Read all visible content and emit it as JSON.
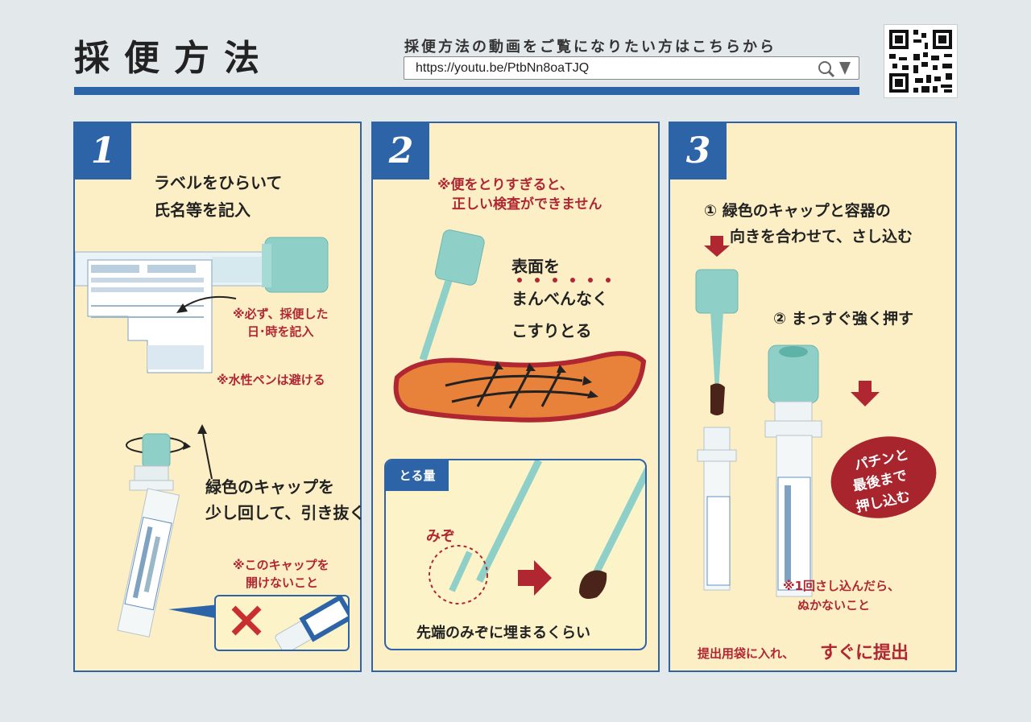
{
  "header": {
    "title": "採便方法",
    "video_caption": "採便方法の動画をご覧になりたい方はこちらから",
    "url": "https://youtu.be/PtbNn8oaTJQ"
  },
  "panels": [
    {
      "number": "1",
      "heading_line1": "ラベルをひらいて",
      "heading_line2": "氏名等を記入",
      "note_date_line1": "※必ず、採便した",
      "note_date_line2": "日･時を記入",
      "note_pen": "※水性ペンは避ける",
      "instruction_line1": "緑色のキャップを",
      "instruction_line2": "少し回して、引き抜く",
      "warning_line1": "※このキャップを",
      "warning_line2": "開けないこと"
    },
    {
      "number": "2",
      "warning_line1": "※便をとりすぎると、",
      "warning_line2": "正しい検査ができません",
      "instruction_line1": "表面を",
      "instruction_line2": "まんべんなく",
      "instruction_line3": "こすりとる",
      "inset_tag": "とる量",
      "groove_label": "みぞ",
      "inset_caption": "先端のみぞに埋まるくらい"
    },
    {
      "number": "3",
      "step1_line1": "① 緑色のキャップと容器の",
      "step1_line2": "向きを合わせて、さし込む",
      "step2": "② まっすぐ強く押す",
      "badge_line1": "パチンと",
      "badge_line2": "最後まで",
      "badge_line3": "押し込む",
      "note_line1": "※1回さし込んだら、",
      "note_line2": "ぬかないこと",
      "footer_small": "提出用袋に入れ、",
      "footer_large": "すぐに提出"
    }
  ],
  "colors": {
    "accent_blue": "#2d64a7",
    "warning_red": "#b02732",
    "panel_bg": "#fcefc6",
    "cap_green": "#8ed0c8"
  }
}
